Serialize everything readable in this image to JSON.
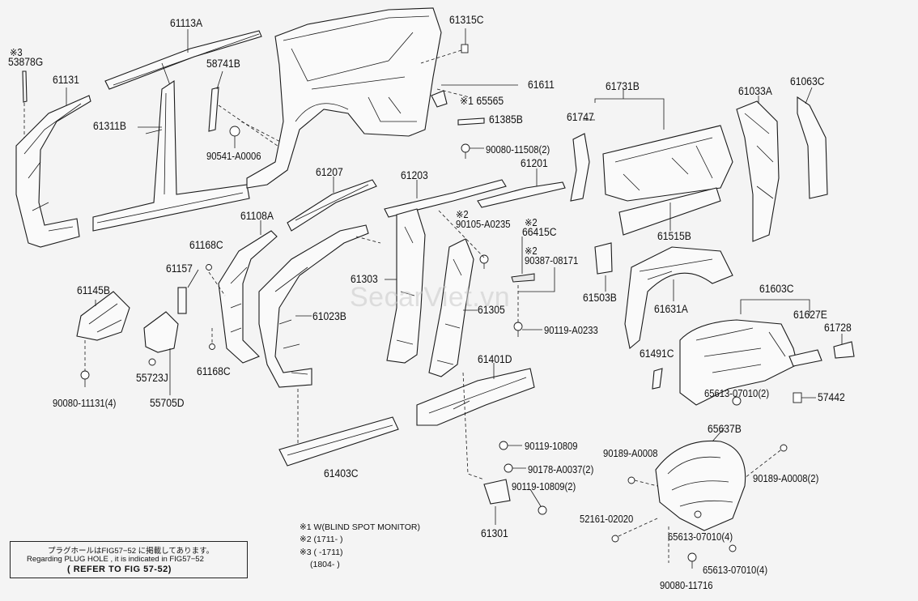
{
  "watermark": "SecarViet.vn",
  "labels": {
    "p_3_top": "※3",
    "p_53878G": "53878G",
    "p_61131": "61131",
    "p_61113A": "61113A",
    "p_58741B": "58741B",
    "p_61311B": "61311B",
    "p_90541": "90541-A0006",
    "p_61315C": "61315C",
    "p_61611": "61611",
    "p_65565": "※1 65565",
    "p_61385B": "61385B",
    "p_90080_11508": "90080-11508(2)",
    "p_61731B": "61731B",
    "p_61747": "61747",
    "p_61033A": "61033A",
    "p_61063C": "61063C",
    "p_61207": "61207",
    "p_61203": "61203",
    "p_61201": "61201",
    "p_61108A": "61108A",
    "p_2_a": "※2",
    "p_90105": "90105-A0235",
    "p_2_b": "※2",
    "p_66415C": "66415C",
    "p_2_c": "※2",
    "p_90387": "90387-08171",
    "p_61515B": "61515B",
    "p_61168C_top": "61168C",
    "p_61157": "61157",
    "p_61303": "61303",
    "p_61503B": "61503B",
    "p_61603C": "61603C",
    "p_61631A": "61631A",
    "p_61627E": "61627E",
    "p_61145B": "61145B",
    "p_61023B": "61023B",
    "p_61305": "61305",
    "p_90119_a0233": "90119-A0233",
    "p_61728": "61728",
    "p_61491C": "61491C",
    "p_55723J": "55723J",
    "p_61168C_bot": "61168C",
    "p_61401D": "61401D",
    "p_65613_a": "65613-07010(2)",
    "p_57442": "57442",
    "p_90080_11131": "90080-11131(4)",
    "p_55705D": "55705D",
    "p_65637B": "65637B",
    "p_90119_10809_a": "90119-10809",
    "p_90189_a": "90189-A0008",
    "p_61403C": "61403C",
    "p_90178": "90178-A0037(2)",
    "p_90189_b": "90189-A0008(2)",
    "p_90119_10809_b": "90119-10809(2)",
    "p_52161": "52161-02020",
    "p_61301": "61301",
    "p_65613_b": "65613-07010(4)",
    "p_65613_c": "65613-07010(4)",
    "p_90080_11716": "90080-11716"
  },
  "notes": {
    "n1": "※1 W(BLIND SPOT MONITOR)",
    "n2": "※2 (1711-      )",
    "n3": "※3 (      -1711)",
    "n4": "(1804-      )"
  },
  "reference_box": {
    "line1": "プラグホールはFIG57−52 に掲載してあります。",
    "line2": "Regarding PLUG HOLE , it is indicated in FIG57−52",
    "line3": "( REFER TO FIG 57-52)"
  }
}
